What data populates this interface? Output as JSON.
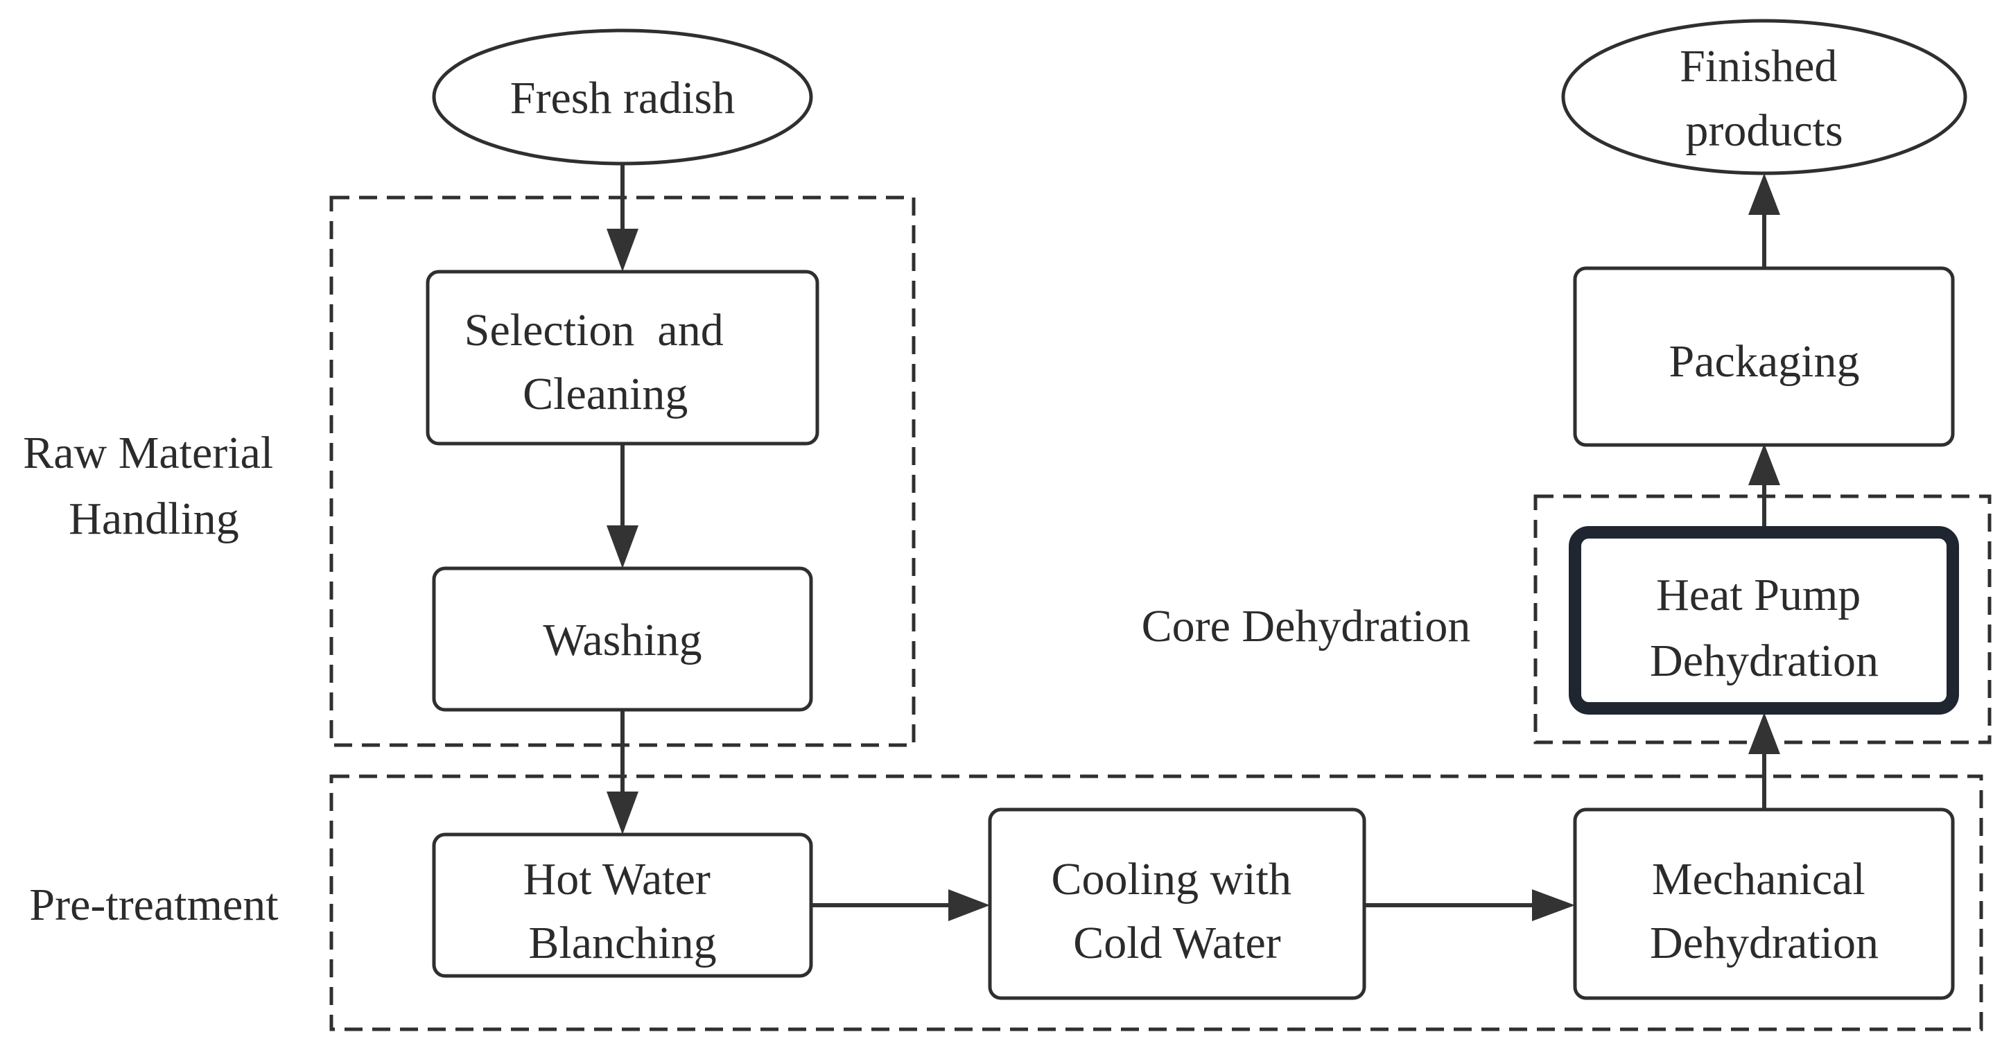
{
  "groups": {
    "raw_material": {
      "label": [
        "Raw Material",
        "Handling"
      ]
    },
    "pretreatment": {
      "label": [
        "Pre-treatment"
      ]
    },
    "core": {
      "label": [
        "Core Dehydration"
      ]
    }
  },
  "nodes": {
    "fresh_radish": {
      "label": [
        "Fresh radish"
      ]
    },
    "selection": {
      "label": [
        "Selection  and",
        "Cleaning"
      ]
    },
    "washing": {
      "label": [
        "Washing"
      ]
    },
    "blanching": {
      "label": [
        "Hot Water",
        "Blanching"
      ]
    },
    "cooling": {
      "label": [
        "Cooling with",
        "Cold Water"
      ]
    },
    "mechanical": {
      "label": [
        "Mechanical",
        "Dehydration"
      ]
    },
    "heat_pump": {
      "label": [
        "Heat Pump",
        "Dehydration"
      ]
    },
    "packaging": {
      "label": [
        "Packaging"
      ]
    },
    "finished": {
      "label": [
        "Finished",
        "products"
      ]
    }
  }
}
